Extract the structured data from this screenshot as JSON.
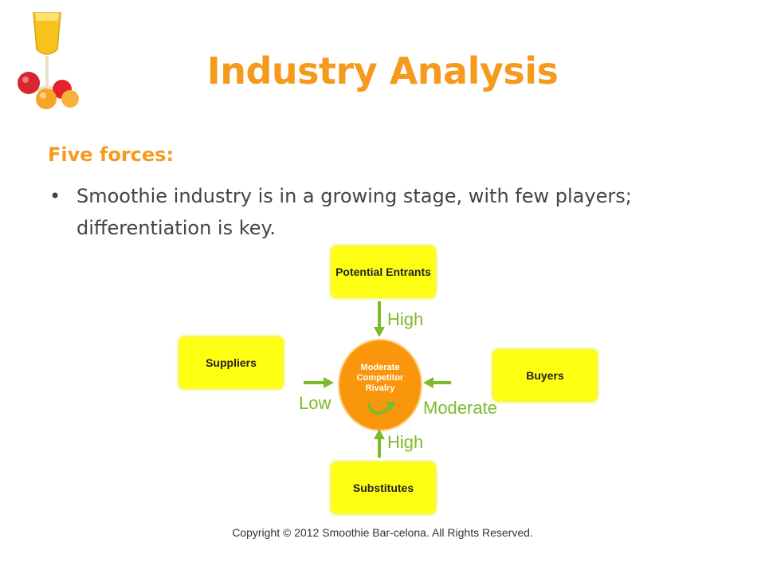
{
  "slide": {
    "title": "Industry Analysis",
    "subheading": "Five forces:",
    "bullets": [
      "Smoothie industry is in a growing stage, with few players; differentiation is key."
    ],
    "copyright": "Copyright © 2012 Smoothie Bar-celona. All Rights Reserved."
  },
  "diagram": {
    "center": [
      "Moderate",
      "Competitor",
      "Rivalry"
    ],
    "forces": {
      "potential_entrants": {
        "label": "Potential Entrants",
        "level": "High"
      },
      "suppliers": {
        "label": "Suppliers",
        "level": "Low"
      },
      "buyers": {
        "label": "Buyers",
        "level": "Moderate"
      },
      "substitutes": {
        "label": "Substitutes",
        "level": "High"
      }
    }
  },
  "colors": {
    "title": "#f59a1c",
    "box": "#ffff14",
    "center": "#f9960b",
    "arrow": "#7dbb2a"
  },
  "icons": {
    "logo": "smoothie-glass-fruit-icon"
  }
}
